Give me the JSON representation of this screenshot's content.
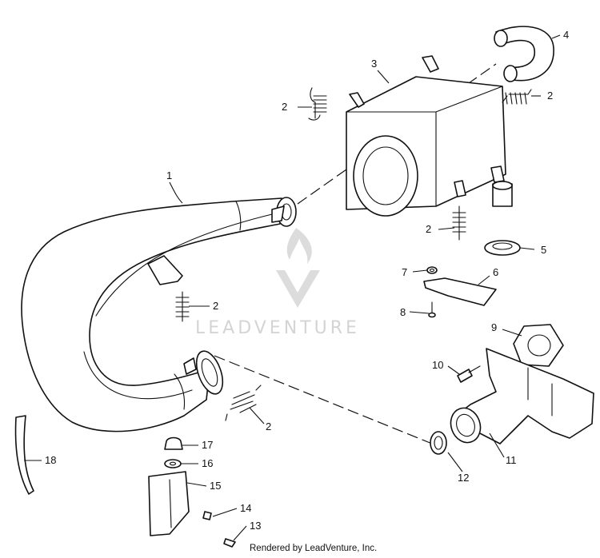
{
  "callouts": [
    {
      "label": "1"
    },
    {
      "label": "2"
    },
    {
      "label": "2"
    },
    {
      "label": "2"
    },
    {
      "label": "2"
    },
    {
      "label": "2"
    },
    {
      "label": "3"
    },
    {
      "label": "4"
    },
    {
      "label": "5"
    },
    {
      "label": "6"
    },
    {
      "label": "7"
    },
    {
      "label": "8"
    },
    {
      "label": "9"
    },
    {
      "label": "10"
    },
    {
      "label": "11"
    },
    {
      "label": "12"
    },
    {
      "label": "13"
    },
    {
      "label": "14"
    },
    {
      "label": "15"
    },
    {
      "label": "16"
    },
    {
      "label": "17"
    },
    {
      "label": "18"
    }
  ],
  "watermark": {
    "text": "LEADVENTURE"
  },
  "footer": {
    "text": "Rendered by LeadVenture, Inc."
  }
}
